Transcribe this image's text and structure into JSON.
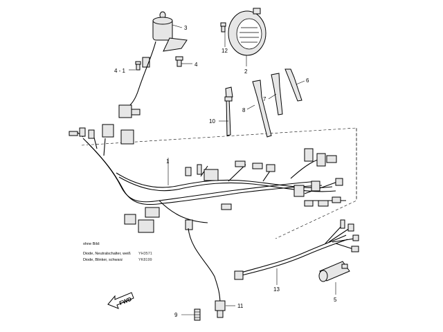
{
  "callouts": [
    {
      "id": "p1",
      "label": "1"
    },
    {
      "id": "p2",
      "label": "2"
    },
    {
      "id": "p3",
      "label": "3"
    },
    {
      "id": "p4",
      "label": "4"
    },
    {
      "id": "p4-1",
      "label": "4 - 1"
    },
    {
      "id": "p5",
      "label": "5"
    },
    {
      "id": "p6",
      "label": "6"
    },
    {
      "id": "p7",
      "label": "7"
    },
    {
      "id": "p8",
      "label": "8"
    },
    {
      "id": "p9",
      "label": "9"
    },
    {
      "id": "p10",
      "label": "10"
    },
    {
      "id": "p11",
      "label": "11"
    },
    {
      "id": "p12",
      "label": "12"
    },
    {
      "id": "p13",
      "label": "13"
    }
  ],
  "notes": {
    "title": "ohne Bild:",
    "items": [
      {
        "text": "Diode, Neutralschalter, weiß",
        "code": "YH3571"
      },
      {
        "text": "Diode, Blinker, schwarz",
        "code": "YK8199"
      }
    ]
  },
  "fwd_label": "FWD"
}
